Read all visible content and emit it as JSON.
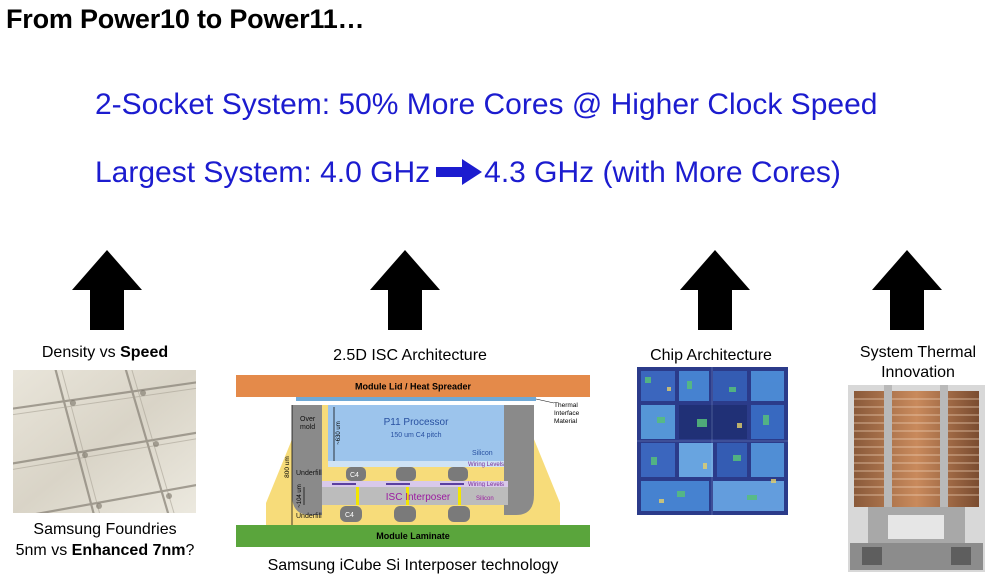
{
  "title": "From Power10 to Power11…",
  "headline1": "2-Socket System: 50% More Cores @ Higher Clock Speed",
  "headline2": {
    "before": "Largest System: 4.0 GHz",
    "after": "4.3 GHz (with More Cores)",
    "arrow_icon": "right-arrow-icon"
  },
  "columns": [
    {
      "label_plain": "Density vs ",
      "label_bold": "Speed",
      "caption_line1": "Samsung Foundries",
      "caption_line2_plain": "5nm vs ",
      "caption_line2_bold": "Enhanced 7nm",
      "caption_line2_suffix": "?"
    },
    {
      "label": "2.5D ISC Architecture",
      "caption": "Samsung iCube Si Interposer technology",
      "diagram": {
        "lid": "Module Lid / Heat Spreader",
        "tim1": "Thermal",
        "tim2": "Interface",
        "tim3": "Material",
        "overmold1": "Over",
        "overmold2": "mold",
        "processor": "P11 Processor",
        "pitch": "150 um C4 pitch",
        "silicon_top": "Silicon",
        "wiring_top": "Wiring Levels",
        "dim_630": "~630 um",
        "dim_800": "800 um",
        "underfill_top": "Underfill",
        "c4_top": "C4",
        "wiring_bottom": "Wiring Levels",
        "interposer": "ISC Interposer",
        "silicon_bottom": "Silicon",
        "dim_104": "~104 um",
        "underfill_bottom": "Underfill",
        "c4_bottom": "C4",
        "laminate": "Module Laminate"
      }
    },
    {
      "label": "Chip Architecture"
    },
    {
      "label_line1": "System Thermal",
      "label_line2": "Innovation"
    }
  ],
  "colors": {
    "headline": "#1c1ccf",
    "arrow": "#000000",
    "lid": "#e48a4a",
    "processor": "#9cc4ec",
    "interposer": "#bcbcbc",
    "laminate": "#5aa53c",
    "underfill": "#f7dc7a"
  }
}
